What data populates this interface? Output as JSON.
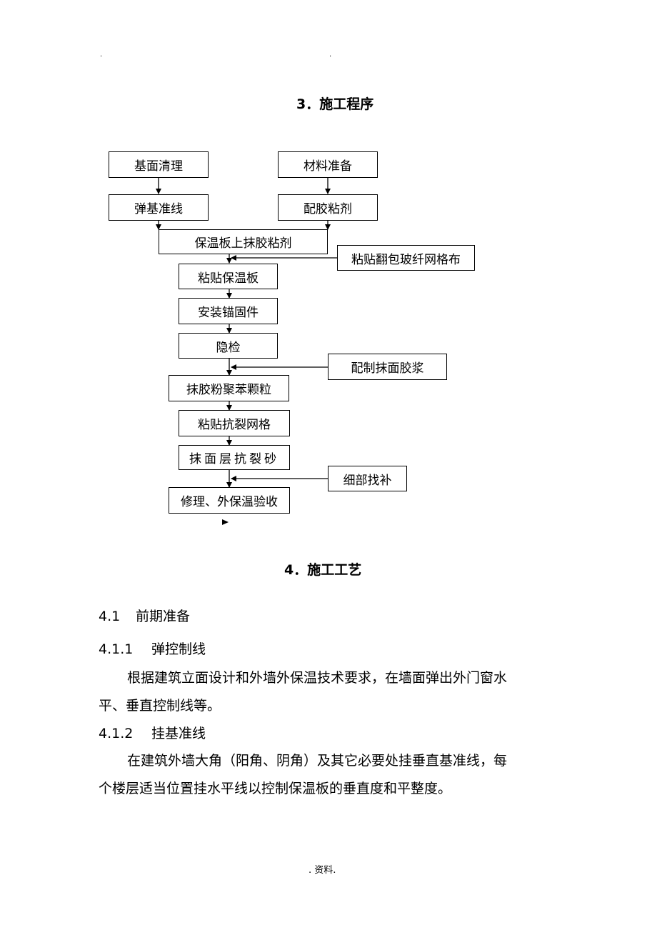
{
  "header": {
    "dot_left": ".",
    "dot_right": "."
  },
  "section3": {
    "title": "3．施工程序"
  },
  "flow": {
    "base_clean": "基面清理",
    "material_prep": "材料准备",
    "snap_line": "弹基准线",
    "mix_adhesive": "配胶粘剂",
    "apply_adhesive": "保温板上抹胶粘剂",
    "wrap_mesh": "粘贴翻包玻纤网格布",
    "stick_board": "粘贴保温板",
    "anchors": "安装锚固件",
    "inspection": "隐检",
    "mix_mortar": "配制抹面胶浆",
    "apply_eps": "抹胶粉聚苯颗粒",
    "crack_mesh": "粘贴抗裂网格",
    "crack_mortar": "抹面层抗裂砂",
    "patch": "细部找补",
    "acceptance": "修理、外保温验收"
  },
  "section4": {
    "title": "4．施工工艺"
  },
  "s41": {
    "num": "4.1",
    "title": "前期准备"
  },
  "s411": {
    "num": "4.1.1",
    "title": "弹控制线",
    "line1": "根据建筑立面设计和外墙外保温技术要求，在墙面弹出外门窗水",
    "line2": "平、垂直控制线等。"
  },
  "s412": {
    "num": "4.1.2",
    "title": "挂基准线",
    "line1": "在建筑外墙大角（阳角、阴角）及其它必要处挂垂直基准线，每",
    "line2": "个楼层适当位置挂水平线以控制保温板的垂直度和平整度。"
  },
  "footer": {
    "text": ". 资料."
  }
}
